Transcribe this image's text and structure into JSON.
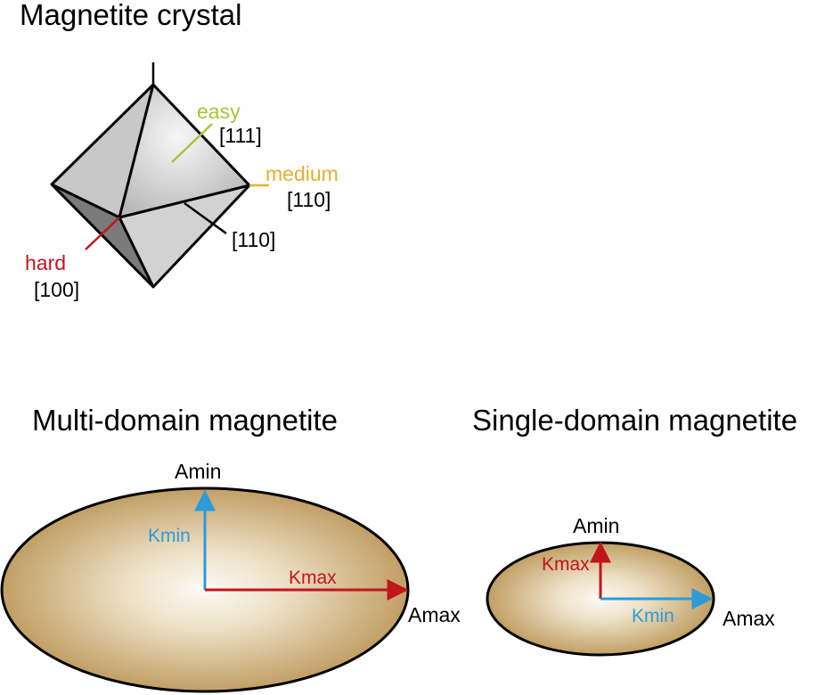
{
  "crystal": {
    "title": "Magnetite crystal",
    "easy": {
      "label": "easy",
      "index": "[111]"
    },
    "medium": {
      "label": "medium",
      "index": "[110]"
    },
    "medium_lower_index": "[110]",
    "hard": {
      "label": "hard",
      "index": "[100]"
    }
  },
  "multi_domain": {
    "title": "Multi-domain magnetite",
    "amin": "Amin",
    "amax": "Amax",
    "kmin": "Kmin",
    "kmax": "Kmax"
  },
  "single_domain": {
    "title": "Single-domain magnetite",
    "amin": "Amin",
    "amax": "Amax",
    "kmin": "Kmin",
    "kmax": "Kmax"
  },
  "colors": {
    "easy": "#a8c43a",
    "medium": "#e0b030",
    "hard": "#c0161c",
    "kmin_arrow": "#2e9ad8",
    "kmax_arrow": "#c0161c",
    "ellipse_fill_center": "#fdfbf6",
    "ellipse_fill_edge": "#c19f64"
  }
}
